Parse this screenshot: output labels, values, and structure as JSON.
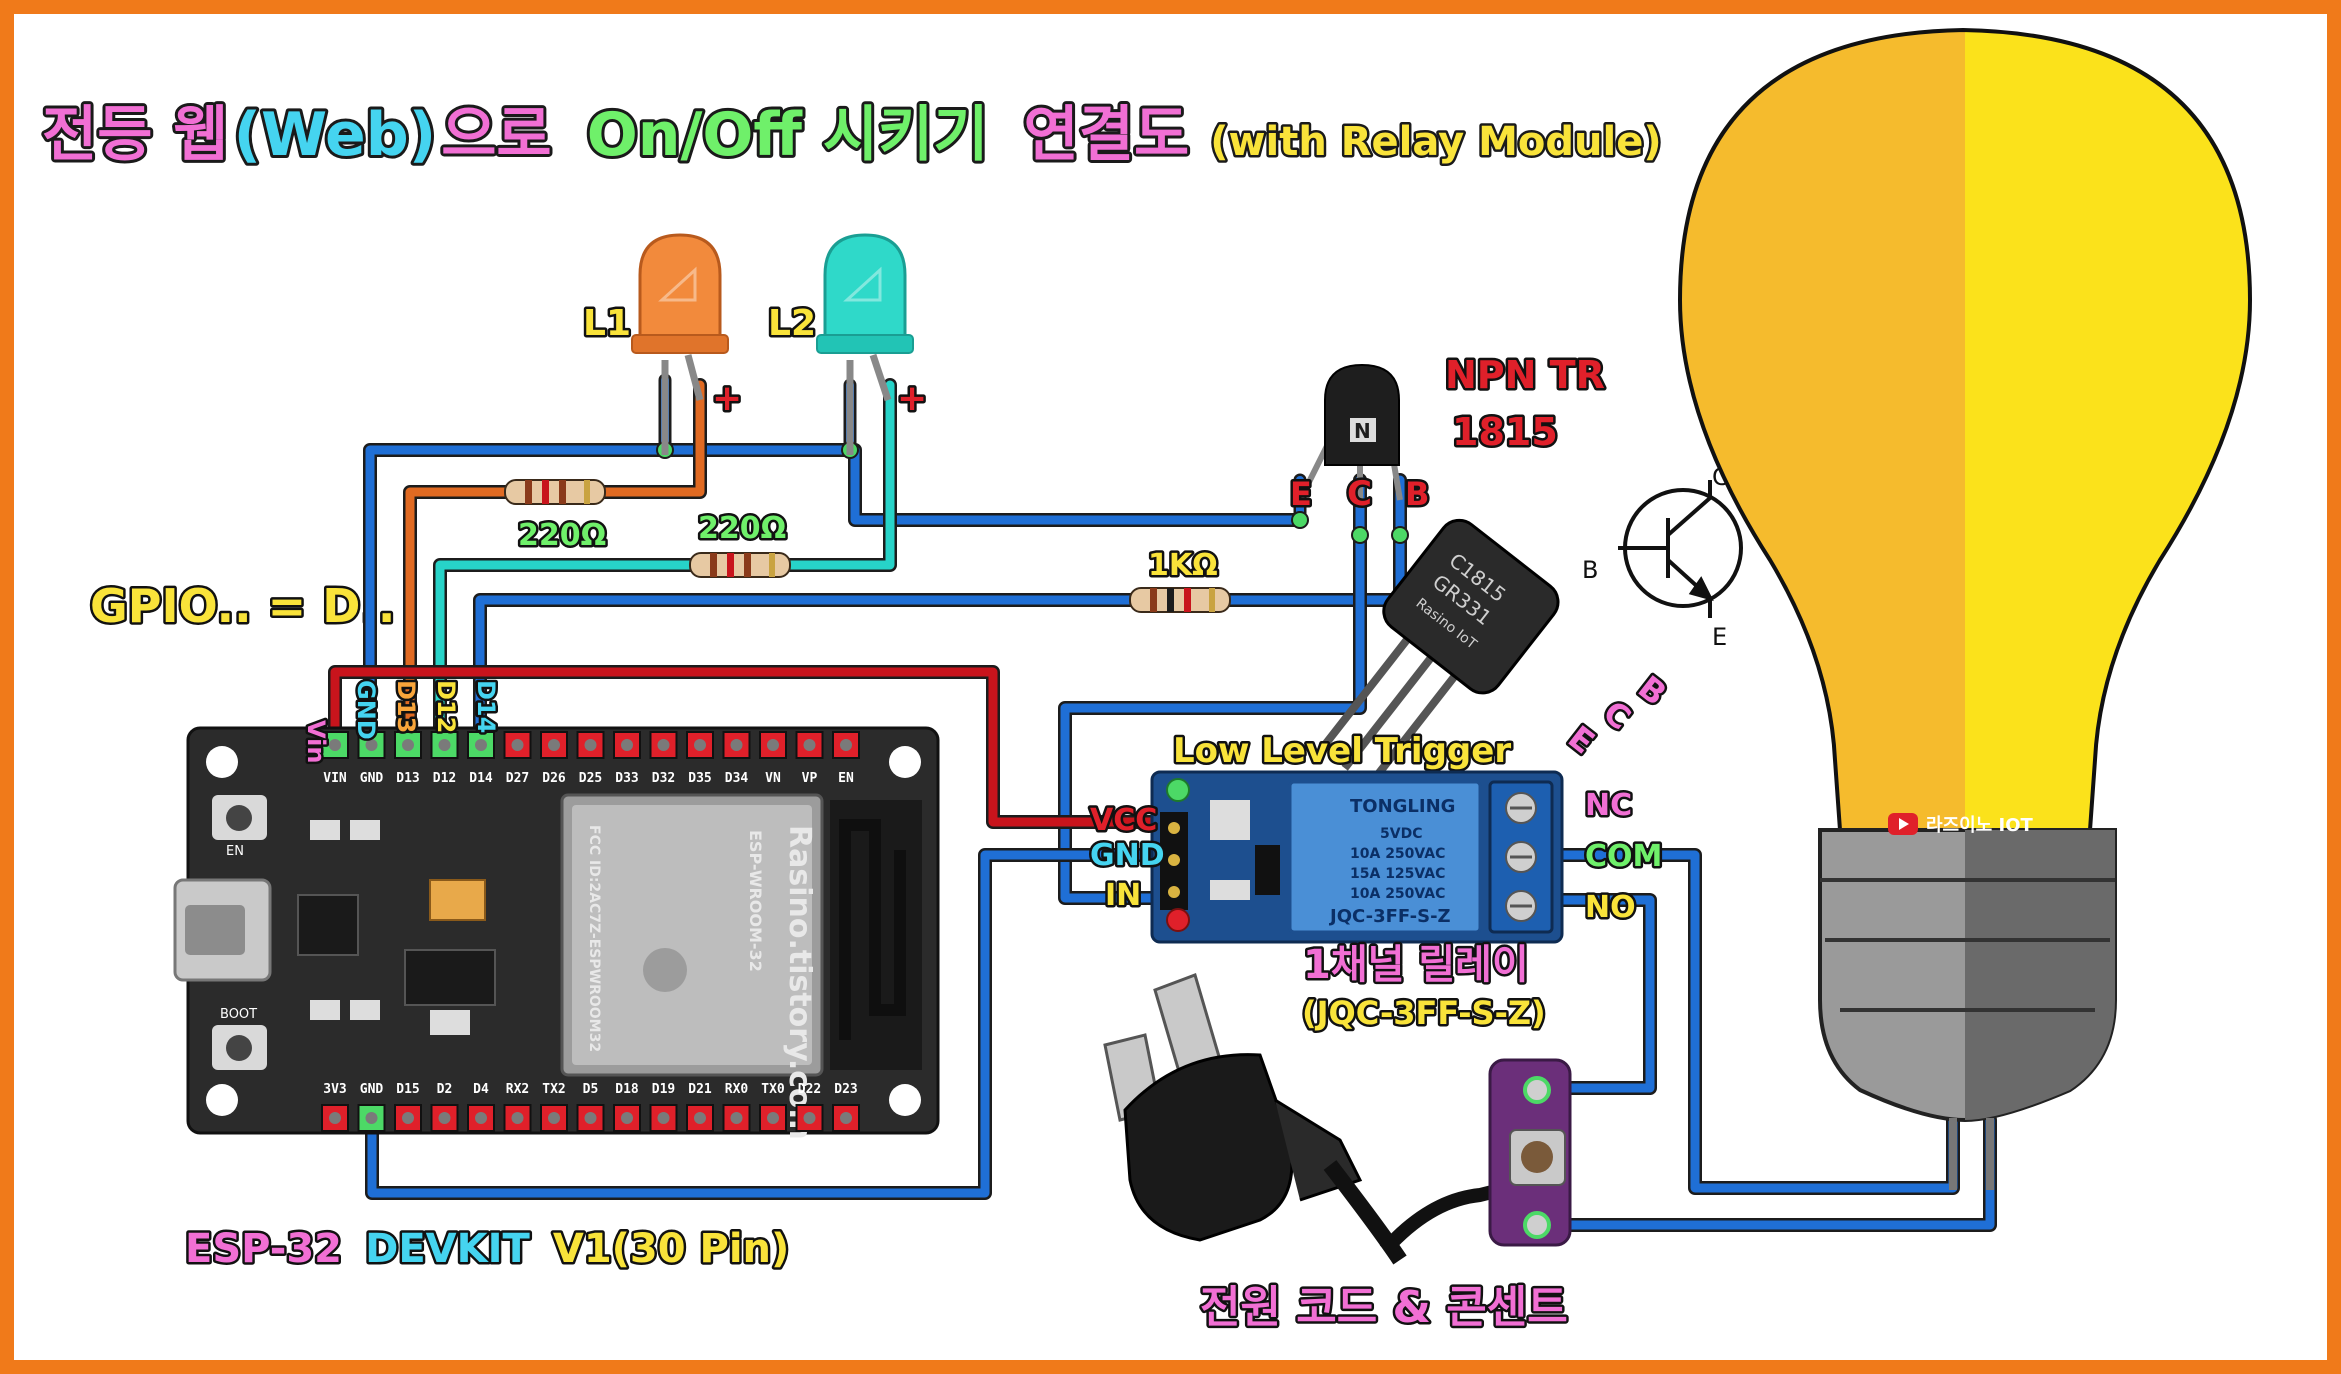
{
  "title": {
    "part1": "전등 웹",
    "part2": "(Web)",
    "part3": "으로",
    "part4": "On/Off 시키기",
    "part5": "연결도",
    "part6": "(with Relay Module)"
  },
  "colors": {
    "border": "#f07a1a",
    "wire_blue": "#1f6fd6",
    "wire_red": "#c8141c",
    "wire_orange": "#e06a22",
    "wire_cyan": "#27d3c8",
    "led_orange": "#f28a3c",
    "led_cyan": "#2fd9c9",
    "bulb_yellow_left": "#f5bb2d",
    "bulb_yellow_right": "#fbe21b",
    "relay_blue": "#4a8fd6",
    "board_dark": "#2b2b2b"
  },
  "labels": {
    "gpio_note": "GPIO.. = D..",
    "l1": "L1",
    "l2": "L2",
    "plus": "+",
    "r1": "220Ω",
    "r2": "220Ω",
    "r3": "1KΩ",
    "npn_title": "NPN TR",
    "npn_model": "1815",
    "tr_e": "E",
    "tr_c": "C",
    "tr_b": "B",
    "tr_body_line1": "C1815",
    "tr_body_line2": "GR331",
    "tr_body_line3": "Rasino IoT",
    "sym_c": "C",
    "sym_b": "B",
    "sym_e": "E",
    "trigger": "Low Level Trigger",
    "vcc": "VCC",
    "gnd": "GND",
    "in": "IN",
    "nc": "NC",
    "com": "COM",
    "no": "NO",
    "relay_name": "1채널 릴레이",
    "relay_model": "(JQC-3FF-S-Z)",
    "esp_name_a": "ESP-32",
    "esp_name_b": "DEVKIT",
    "esp_name_c": "V1(30 Pin)",
    "power": "전원 코드 & 콘센트",
    "youtube": "라즈이노 IOT",
    "top_pins_colored": [
      "Vin",
      "GND",
      "D13",
      "D12",
      "D14"
    ],
    "relay_brand": "TONGLING",
    "relay_spec": [
      "5VDC",
      "10A 250VAC",
      "15A 125VAC",
      "10A 250VAC"
    ],
    "relay_part": "JQC-3FF-S-Z",
    "module_pins": [
      "VCC",
      "GND",
      "IN"
    ],
    "screw_labels": [
      "NC",
      "COM",
      "NO"
    ],
    "board_en": "EN",
    "board_boot": "BOOT",
    "module_text": "Rasino.tistory.com",
    "module_sub": "ESP-WROOM-32",
    "module_fcc": "FCC ID:2AC7Z-ESPWROOM32"
  },
  "esp32": {
    "top_pins": [
      "VIN",
      "GND",
      "D13",
      "D12",
      "D14",
      "D27",
      "D26",
      "D25",
      "D33",
      "D32",
      "D35",
      "D34",
      "VN",
      "VP",
      "EN"
    ],
    "bottom_pins": [
      "3V3",
      "GND",
      "D15",
      "D2",
      "D4",
      "RX2",
      "TX2",
      "D5",
      "D18",
      "D19",
      "D21",
      "RX0",
      "TX0",
      "D22",
      "D23"
    ]
  }
}
